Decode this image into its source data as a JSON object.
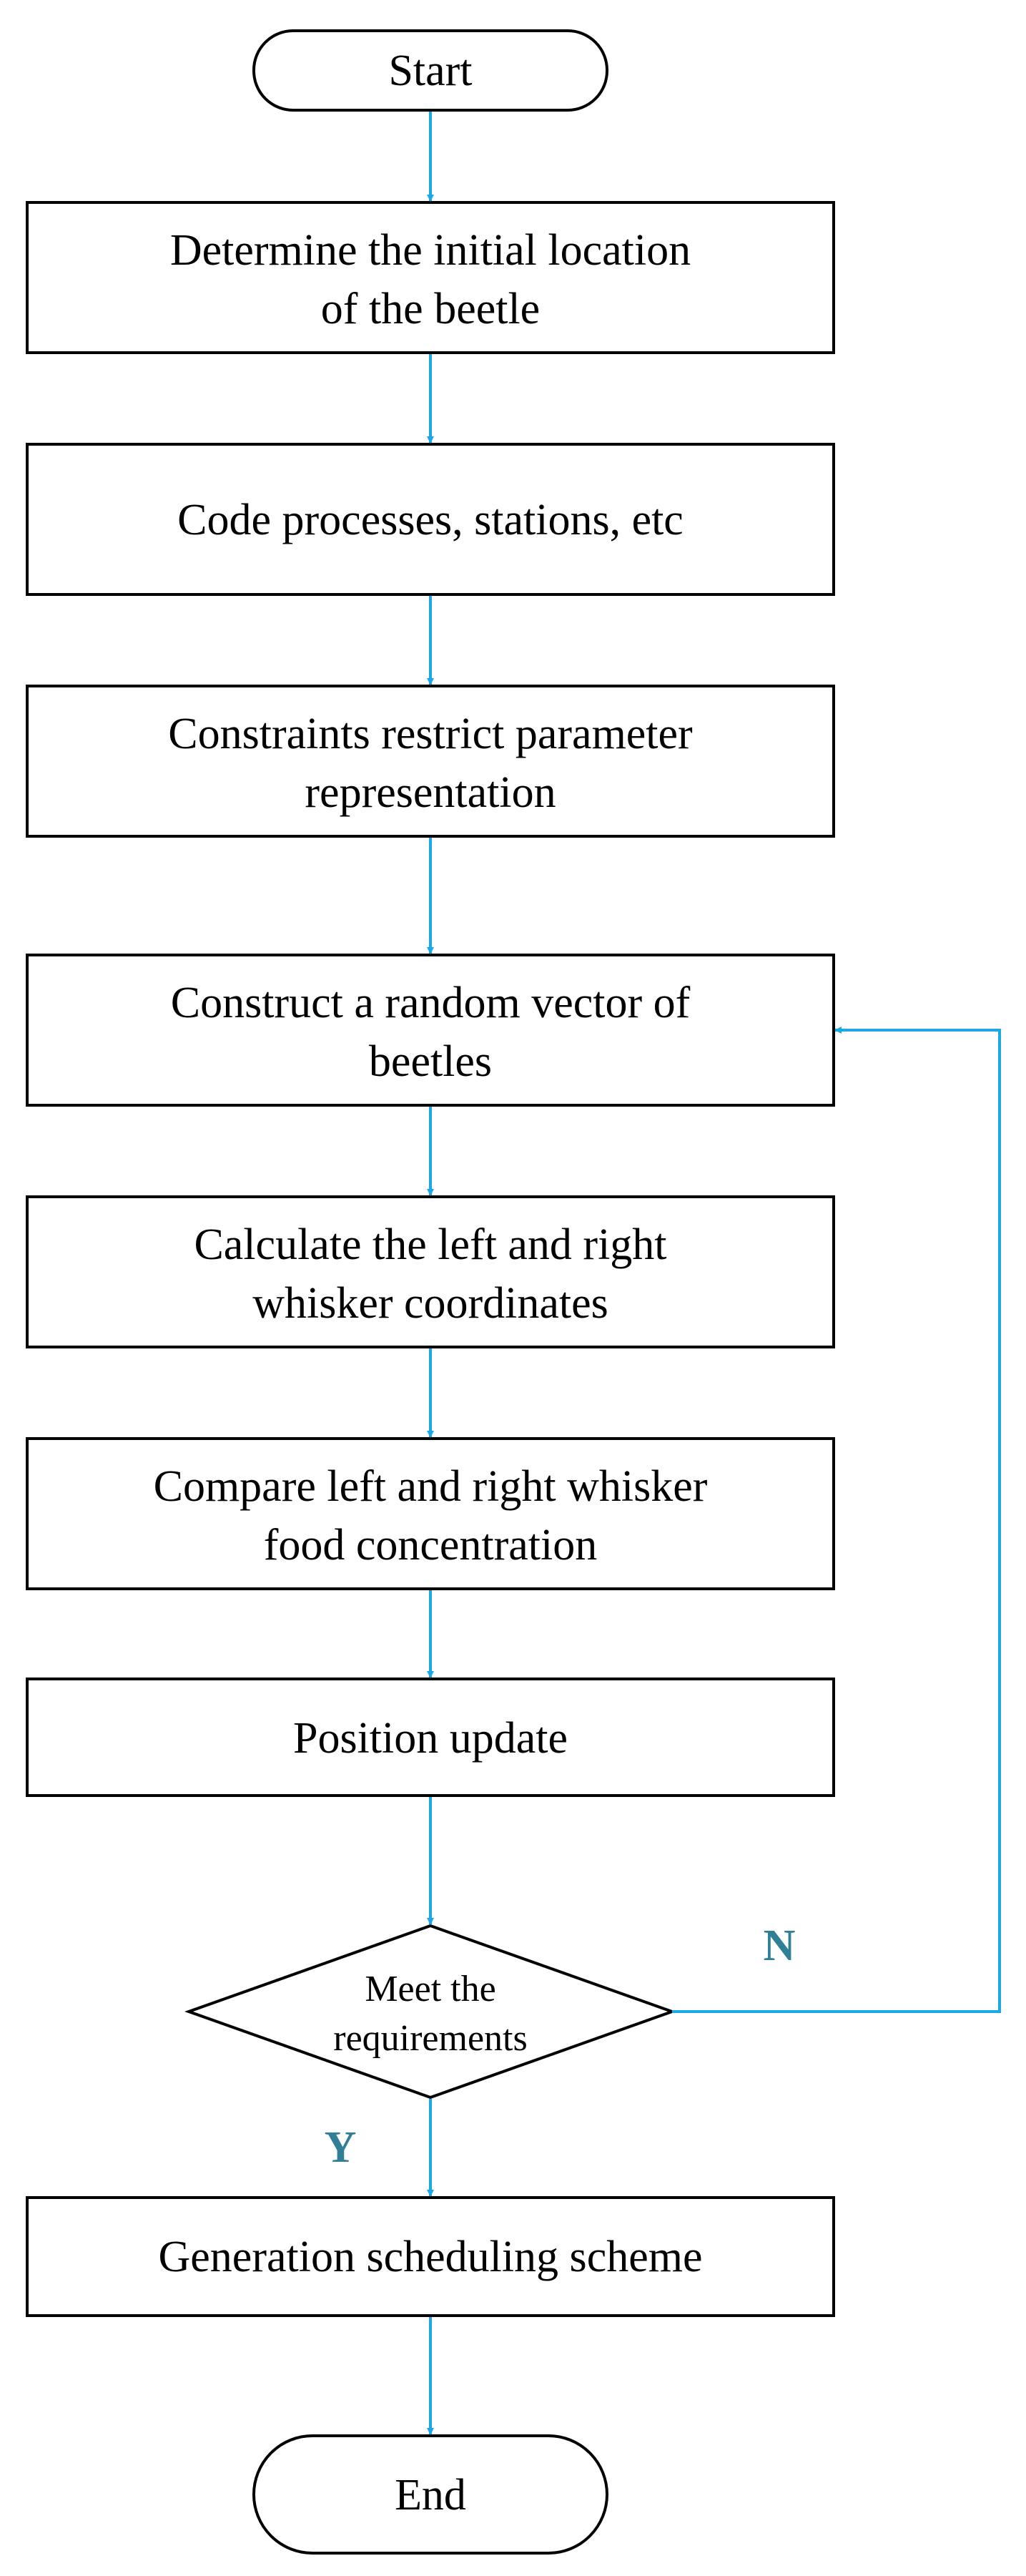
{
  "colors": {
    "arrow": "#1ea7e6",
    "outline": "#000000",
    "branch_label": "#2f7f96"
  },
  "nodes": {
    "start": "Start",
    "step1": [
      "Determine the initial location",
      "of the beetle"
    ],
    "step2": [
      "Code processes, stations, etc"
    ],
    "step3": [
      "Constraints restrict parameter",
      "representation"
    ],
    "step4": [
      "Construct a random vector of",
      "beetles"
    ],
    "step5": [
      "Calculate the left and right",
      "whisker coordinates"
    ],
    "step6": [
      "Compare left and right whisker",
      "food concentration"
    ],
    "step7": [
      "Position update"
    ],
    "decision": [
      "Meet the",
      "requirements"
    ],
    "step8": [
      "Generation scheduling scheme"
    ],
    "end": "End"
  },
  "branches": {
    "no": "N",
    "yes": "Y"
  }
}
